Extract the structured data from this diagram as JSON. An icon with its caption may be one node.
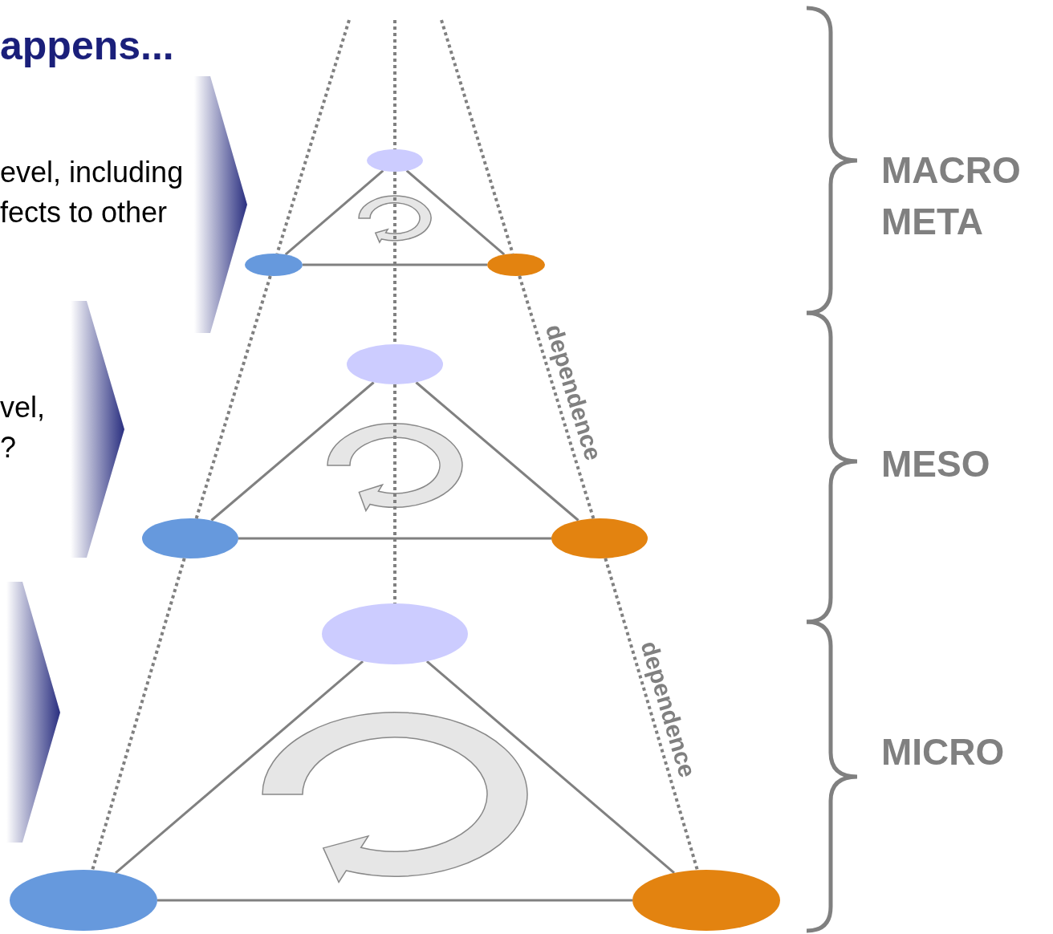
{
  "diagram": {
    "title": "appens...",
    "nodes": [
      {
        "text": [],
        "shape": "ellipse"
      },
      {
        "text": [],
        "shape": "ellipse"
      },
      {
        "text": [],
        "shape": "ellipse"
      },
      {
        "text": [],
        "shape": "ellipse"
      },
      {
        "text": [],
        "shape": "ellipse"
      },
      {
        "text": [],
        "shape": "ellipse"
      },
      {
        "text": [],
        "shape": "ellipse"
      },
      {
        "text": [],
        "shape": "ellipse"
      },
      {
        "text": [],
        "shape": "ellipse"
      },
      {
        "text": [
          "evel, including fects to other"
        ]
      },
      {
        "text": [
          "vel, ?"
        ]
      },
      {
        "text": [],
        "shape": "chevron"
      }
    ],
    "edges": [
      {
        "from": 0,
        "to": 1,
        "arrow": "none"
      },
      {
        "from": 0,
        "to": 2,
        "arrow": "none"
      },
      {
        "from": 1,
        "to": 2,
        "arrow": "none"
      },
      {
        "from": 3,
        "to": 4,
        "arrow": "none"
      },
      {
        "from": 3,
        "to": 5,
        "arrow": "none"
      },
      {
        "from": 4,
        "to": 5,
        "arrow": "none"
      },
      {
        "from": 6,
        "to": 7,
        "arrow": "none"
      },
      {
        "from": 6,
        "to": 8,
        "arrow": "none"
      },
      {
        "from": 7,
        "to": 8,
        "arrow": "none"
      },
      {
        "from": null,
        "to": 0,
        "arrow": "none",
        "style": "dashed"
      },
      {
        "from": 0,
        "to": 3,
        "arrow": "none",
        "style": "dashed"
      },
      {
        "from": 3,
        "to": 6,
        "arrow": "none",
        "style": "dashed"
      },
      {
        "from": null,
        "to": 1,
        "arrow": "none",
        "style": "dashed"
      },
      {
        "from": 1,
        "to": 4,
        "arrow": "none",
        "style": "dashed"
      },
      {
        "from": 4,
        "to": 7,
        "arrow": "none",
        "style": "dashed"
      },
      {
        "from": null,
        "to": 2,
        "arrow": "none",
        "style": "dashed"
      },
      {
        "from": 2,
        "to": 5,
        "arrow": "none",
        "style": "dashed",
        "label": "dependence"
      },
      {
        "from": 5,
        "to": 8,
        "arrow": "none",
        "style": "dashed",
        "label": "dependence"
      }
    ],
    "labels": [
      "MACRO META",
      "MESO",
      "MICRO"
    ]
  }
}
